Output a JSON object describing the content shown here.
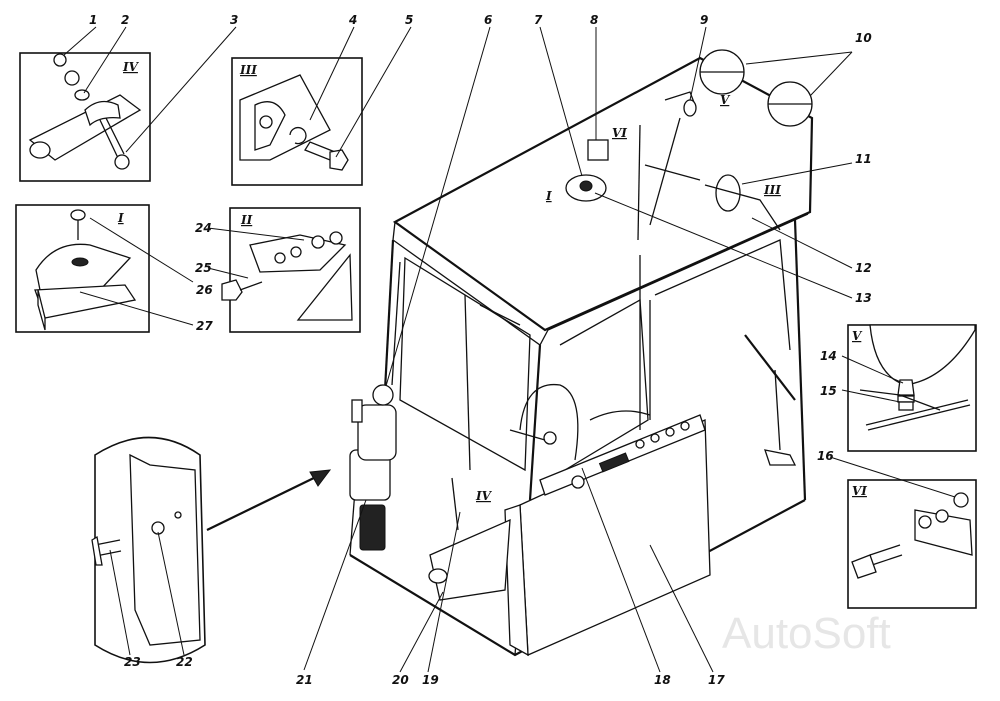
{
  "watermark": "AutoSoft",
  "callouts": [
    "1",
    "2",
    "3",
    "4",
    "5",
    "6",
    "7",
    "8",
    "9",
    "10",
    "11",
    "12",
    "13",
    "14",
    "15",
    "16",
    "17",
    "18",
    "19",
    "20",
    "21",
    "22",
    "23",
    "24",
    "25",
    "26",
    "27"
  ],
  "detail_labels": {
    "I": "I",
    "II": "II",
    "III": "III",
    "IV": "IV",
    "V": "V",
    "VI": "VI"
  },
  "main_labels": {
    "I": "I",
    "III": "III",
    "IV": "IV",
    "V": "V",
    "VI": "VI"
  }
}
